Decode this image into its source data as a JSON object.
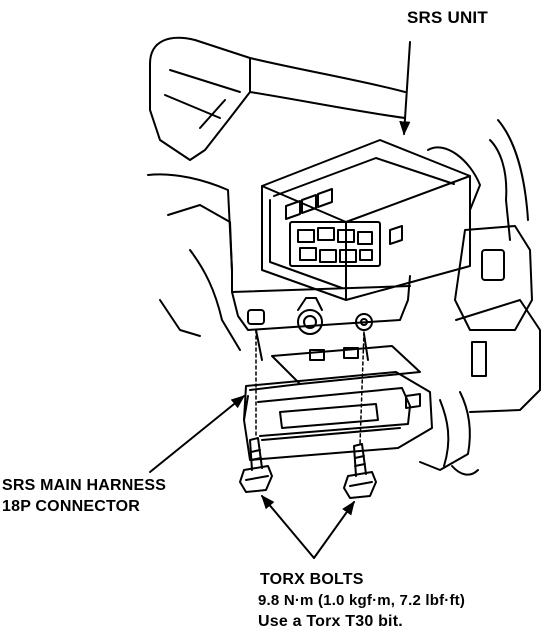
{
  "labels": {
    "srs_unit": "SRS UNIT",
    "harness_line1": "SRS MAIN HARNESS",
    "harness_line2": "18P CONNECTOR",
    "bolts_title": "TORX BOLTS",
    "bolts_torque": "9.8 N·m (1.0 kgf·m, 7.2 lbf·ft)",
    "bolts_tool": "Use a Torx T30 bit."
  },
  "colors": {
    "ink": "#000000",
    "paper": "#ffffff"
  }
}
